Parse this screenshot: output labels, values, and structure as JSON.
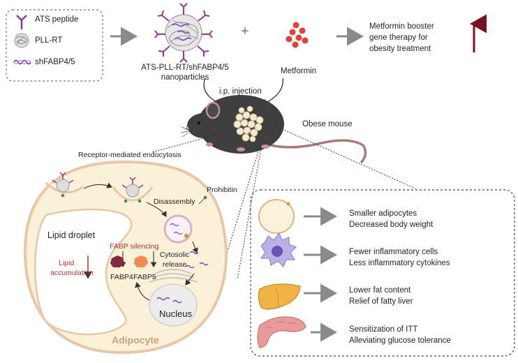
{
  "legend": {
    "items": [
      {
        "label": "ATS peptide"
      },
      {
        "label": "PLL-RT"
      },
      {
        "label": "shFABP4/5"
      }
    ]
  },
  "top": {
    "nanoparticle_label_line1": "ATS-PLL-RT/shFABP4/5",
    "nanoparticle_label_line2": "nanoparticles",
    "plus": "+",
    "metformin_label": "Metformin",
    "outcome_line1": "Metformin booster",
    "outcome_line2": "gene therapy for",
    "outcome_line3": "obesity treatment"
  },
  "mouse": {
    "injection_label": "i.p. injection",
    "mouse_label": "Obese mouse"
  },
  "cell": {
    "endocytosis_label": "Receptor-mediated endocytosis",
    "prohibitin_label": "Prohibitin",
    "disassembly_label": "Disassembly",
    "cytosolic_line1": "Cytosolic",
    "cytosolic_line2": "release",
    "lipid_droplet_label": "Lipid droplet",
    "fabp_silencing_label": "FABP silencing",
    "lipid_accum_line1": "Lipid",
    "lipid_accum_line2": "accumulation",
    "fabp4_label": "FABP4",
    "fabp5_label": "FABP5",
    "nucleus_label": "Nucleus",
    "adipocyte_label": "Adipocyte"
  },
  "effects": [
    {
      "icon": "adipocyte-icon",
      "line1": "Smaller adipocytes",
      "line2": "Decreased body weight"
    },
    {
      "icon": "macrophage-icon",
      "line1": "Fewer inflammatory cells",
      "line2": "Less inflammatory cytokines"
    },
    {
      "icon": "liver-icon",
      "line1": "Lower fat content",
      "line2": "Relief of fatty liver"
    },
    {
      "icon": "pancreas-icon",
      "line1": "Sensitization of ITT",
      "line2": "Alleviating glucose tolerance"
    }
  ],
  "colors": {
    "outline": "#555555",
    "arrow_gray": "#8a8a8a",
    "up_arrow": "#7a1020",
    "cell_fill": "#fbf0d8",
    "cell_stroke": "#e8c7a8",
    "nucleus_fill": "#ececec",
    "peptide": "#8a3a8a",
    "shrna": "#7a3fc2",
    "metformin": "#e0423a",
    "fabp4": "#8a2540",
    "fabp5": "#ee8a55",
    "accent_text": "#a8362c"
  }
}
